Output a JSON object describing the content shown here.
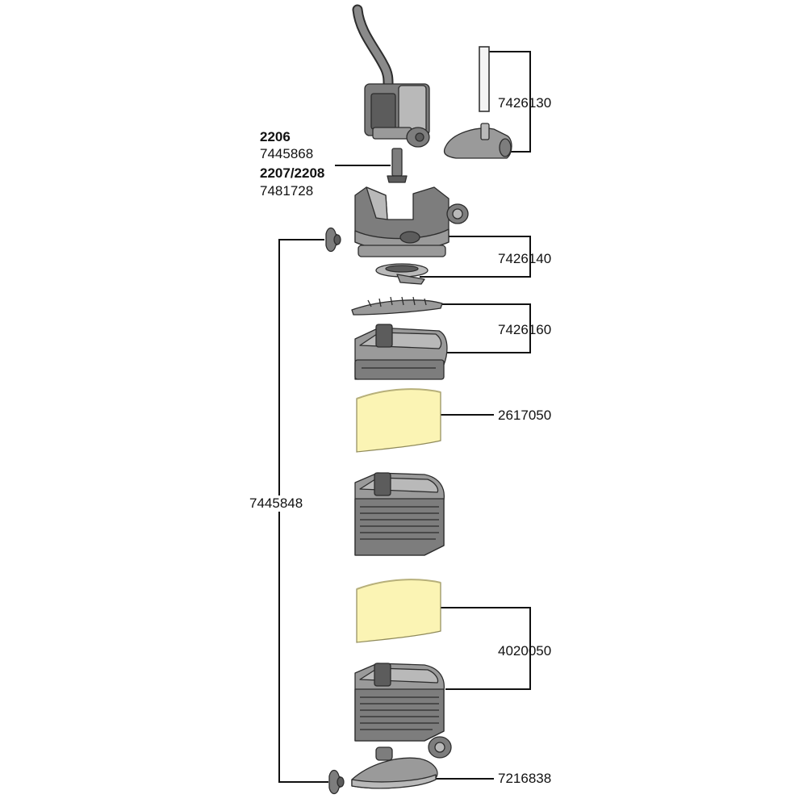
{
  "labels": {
    "n7426130": "7426130",
    "n2206": "2206",
    "n7445868": "7445868",
    "n2207_2208": "2207/2208",
    "n7481728": "7481728",
    "n7426140": "7426140",
    "n7426160": "7426160",
    "n2617050": "2617050",
    "n7445848": "7445848",
    "n4020050": "4020050",
    "n7216838": "7216838"
  },
  "colors": {
    "part_dark": "#5c5c5c",
    "part_mid": "#7d7d7d",
    "part_light": "#b9b9b9",
    "sponge": "#fbf4b4",
    "leader_line": "#111111"
  }
}
